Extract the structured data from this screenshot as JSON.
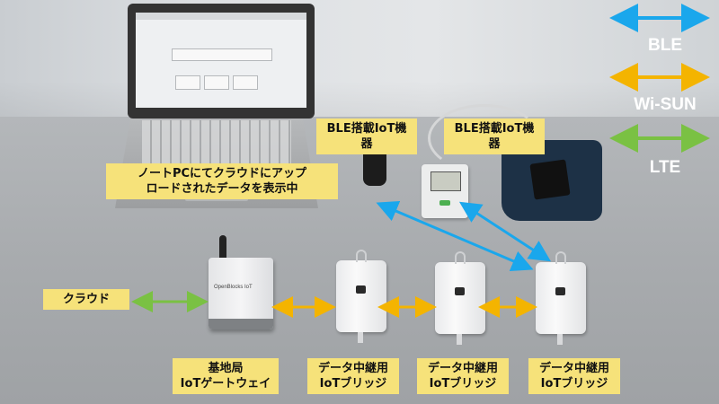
{
  "legend": {
    "ble": "BLE",
    "wisun": "Wi-SUN",
    "lte": "LTE"
  },
  "colors": {
    "ble": "#1aa7ec",
    "wisun": "#f4b400",
    "lte": "#7ac143",
    "label_bg": "#f6e27a"
  },
  "labels": {
    "cloud": "クラウド",
    "note_pc_line1": "ノートPCにてクラウドにアップ",
    "note_pc_line2": "ロードされたデータを表示中",
    "ble_device_1": "BLE搭載IoT機器",
    "ble_device_2": "BLE搭載IoT機器",
    "gateway_line1": "基地局",
    "gateway_line2": "IoTゲートウェイ",
    "bridge1_line1": "データ中継用",
    "bridge1_line2": "IoTブリッジ",
    "bridge2_line1": "データ中継用",
    "bridge2_line2": "IoTブリッジ",
    "bridge3_line1": "データ中継用",
    "bridge3_line2": "IoTブリッジ"
  },
  "device_text": {
    "gateway_brand": "OpenBlocks IoT"
  }
}
